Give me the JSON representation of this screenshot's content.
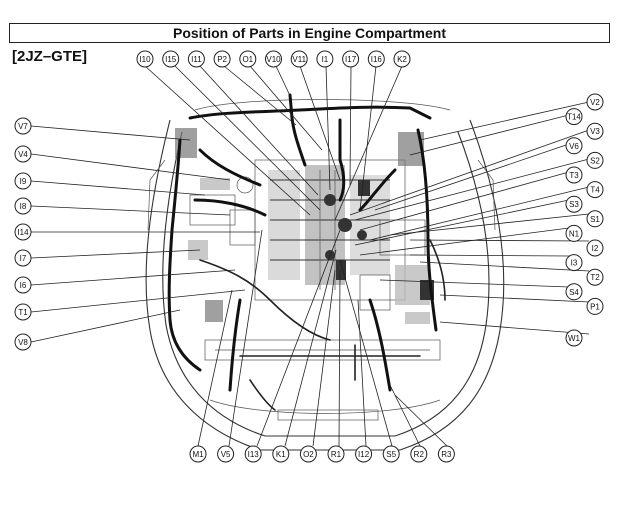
{
  "title": "Position of Parts in Engine Compartment",
  "model": "[2JZ–GTE]",
  "labels": {
    "top": [
      "I10",
      "I15",
      "I11",
      "P2",
      "O1",
      "V10",
      "V11",
      "I1",
      "I17",
      "I16",
      "K2"
    ],
    "left": [
      "V7",
      "V4",
      "I9",
      "I8",
      "I14",
      "I7",
      "I6",
      "T1",
      "V8"
    ],
    "right": [
      "V2",
      "T14",
      "V3",
      "V6",
      "S2",
      "T3",
      "T4",
      "S3",
      "S1",
      "N1",
      "I2",
      "I3",
      "T2",
      "S4",
      "P1",
      "W1"
    ],
    "bottom": [
      "M1",
      "V5",
      "I13",
      "K1",
      "O2",
      "R1",
      "I12",
      "S5",
      "R2",
      "R3"
    ]
  }
}
